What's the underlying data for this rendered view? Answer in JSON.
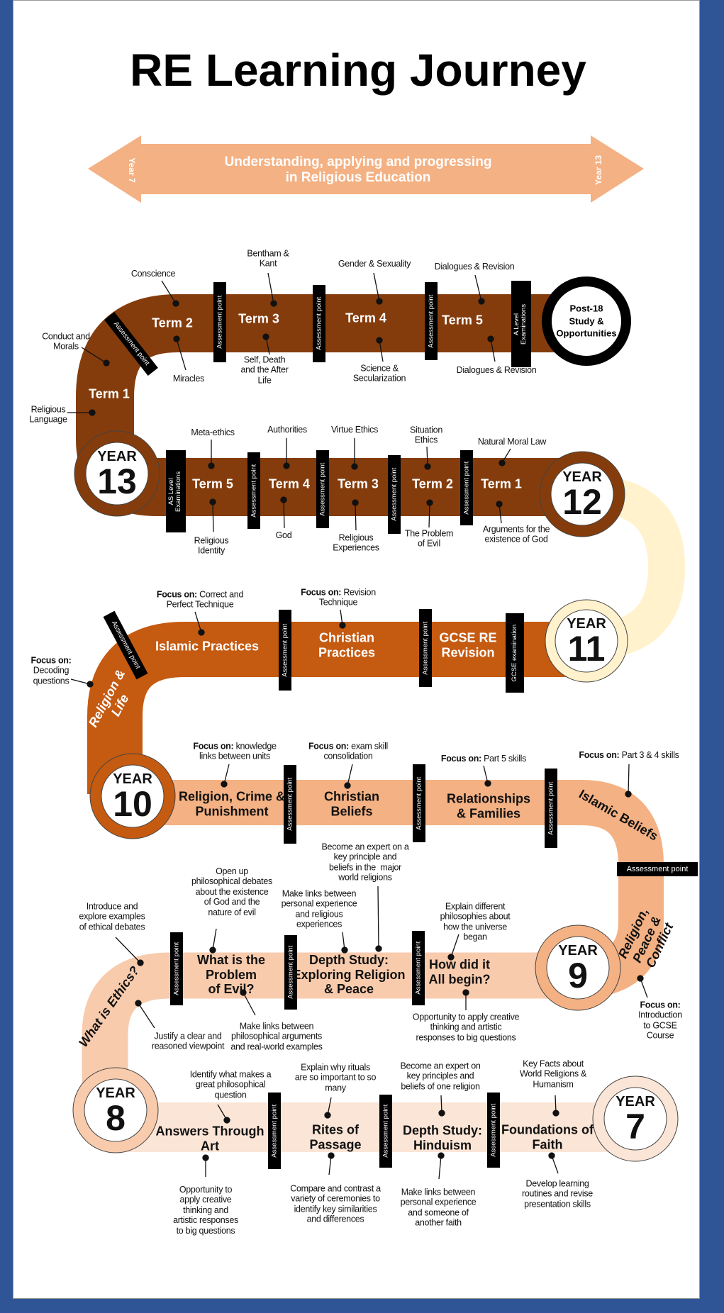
{
  "header": {
    "title": "RE Learning Journey",
    "arrow_text": "Understanding, applying and progressing\nin Religious Education",
    "arrow_left": "Year 7",
    "arrow_right": "Year 13"
  },
  "colors": {
    "background": "#2f5597",
    "year13": "#843c0c",
    "year12_link": "#fff2cc",
    "year11": "#c55a11",
    "year10": "#f4b183",
    "year9": "#f8cbad",
    "year8_7": "#fbe5d6"
  },
  "circles": {
    "year_label": "YEAR",
    "y13": "13",
    "y12": "12",
    "y11": "11",
    "y10": "10",
    "y9": "9",
    "y8": "8",
    "y7": "7",
    "post18": "Post-18\nStudy &\nOpportunities"
  },
  "boxes": {
    "assessment": "Assessment point",
    "a_level": "A Level\nExaminations",
    "as_level": "AS Level\nExaminations",
    "gcse": "GCSE examination"
  },
  "units": [
    "Term 1",
    "Term 2",
    "Term 3",
    "Term 4",
    "Term 5",
    "Term 5",
    "Term 4",
    "Term 3",
    "Term 2",
    "Term 1",
    "Islamic Practices",
    "Christian\nPractices",
    "GCSE RE\nRevision",
    "Religion &\nLife",
    "Religion, Crime &\nPunishment",
    "Christian\nBeliefs",
    "Relationships\n& Families",
    "Islamic Beliefs",
    "Religion,\nPeace &\nConflict",
    "What is the\nProblem\nof Evil?",
    "Depth Study:\nExploring Religion\n& Peace",
    "How did it\nAll begin?",
    "What is Ethics?",
    "Answers Through\nArt",
    "Rites of\nPassage",
    "Depth Study:\nHinduism",
    "Foundations of\nFaith"
  ],
  "annotations": [
    "Conscience",
    "Bentham &\nKant",
    "Gender & Sexuality",
    "Dialogues & Revision",
    "Conduct and\nMorals",
    "Religious\nLanguage",
    "Miracles",
    "Self, Death\nand the After\nLife",
    "Science &\nSecularization",
    "Dialogues & Revision",
    "Meta-ethics",
    "Authorities",
    "Virtue Ethics",
    "Situation\nEthics",
    "Natural Moral Law",
    "Religious\nIdentity",
    "God",
    "Religious\nExperiences",
    "The Problem\nof Evil",
    "Arguments for the\nexistence of God",
    "Become an expert on a\nkey principle and\nbeliefs in the  major\nworld religions",
    "Introduce and\nexplore examples\nof ethical debates",
    "Open up\nphilosophical debates\nabout the existence\nof God and the\nnature of evil",
    "Make links between\npersonal experience\nand religious\nexperiences",
    "Explain different\nphilosophies about\nhow the universe\nbegan",
    "Justify a clear and\nreasoned viewpoint",
    "Make links between\nphilosophical arguments\nand real-world examples",
    "Opportunity to apply creative\nthinking and artistic\nresponses to big questions",
    "Identify what makes a\ngreat philosophical\nquestion",
    "Explain why rituals\nare so important to so\nmany",
    "Become an expert on\nkey principles and\nbeliefs of one religion",
    "Key Facts about\nWorld Religions &\nHumanism",
    "Opportunity to\napply creative\nthinking and\nartistic responses\nto big questions",
    "Compare and contrast a\nvariety of ceremonies to\nidentify key similarities\nand differences",
    "Make links between\npersonal experience\nand someone of\nanother faith",
    "Develop learning\nroutines and revise\npresentation skills"
  ],
  "focus": {
    "prefix": "Focus on:",
    "items": [
      " Correct and\nPerfect Technique",
      " Revision\nTechnique",
      "\nDecoding\nquestions",
      " knowledge\nlinks between units",
      " exam skill\nconsolidation",
      " Part 5 skills",
      " Part 3 & 4 skills",
      "\nIntroduction\nto GCSE\nCourse"
    ]
  }
}
